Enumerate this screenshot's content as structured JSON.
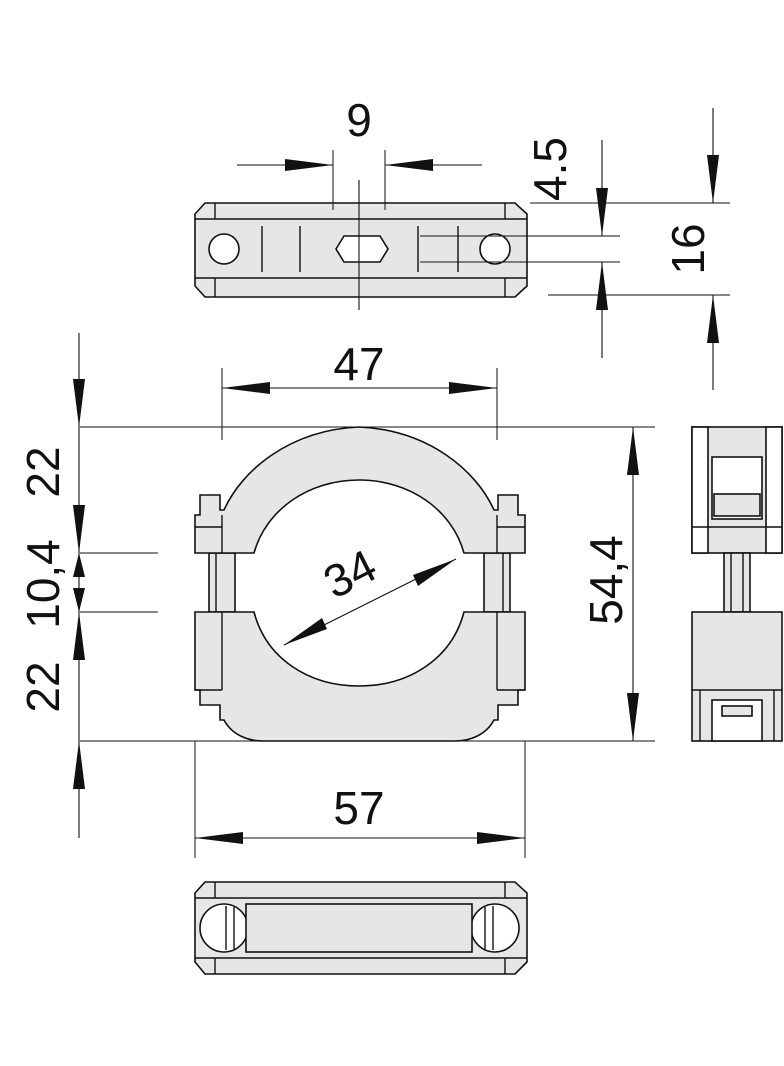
{
  "dimensions": {
    "top_gap": "9",
    "top_offset": "4.5",
    "height": "16",
    "inner_width": "47",
    "upper_half": "22",
    "gap_height": "10,4",
    "lower_half": "22",
    "bore_diameter": "34",
    "total_height": "54,4",
    "outer_width": "57"
  },
  "colors": {
    "fill": "#e6e6e6",
    "line": "#111111"
  }
}
